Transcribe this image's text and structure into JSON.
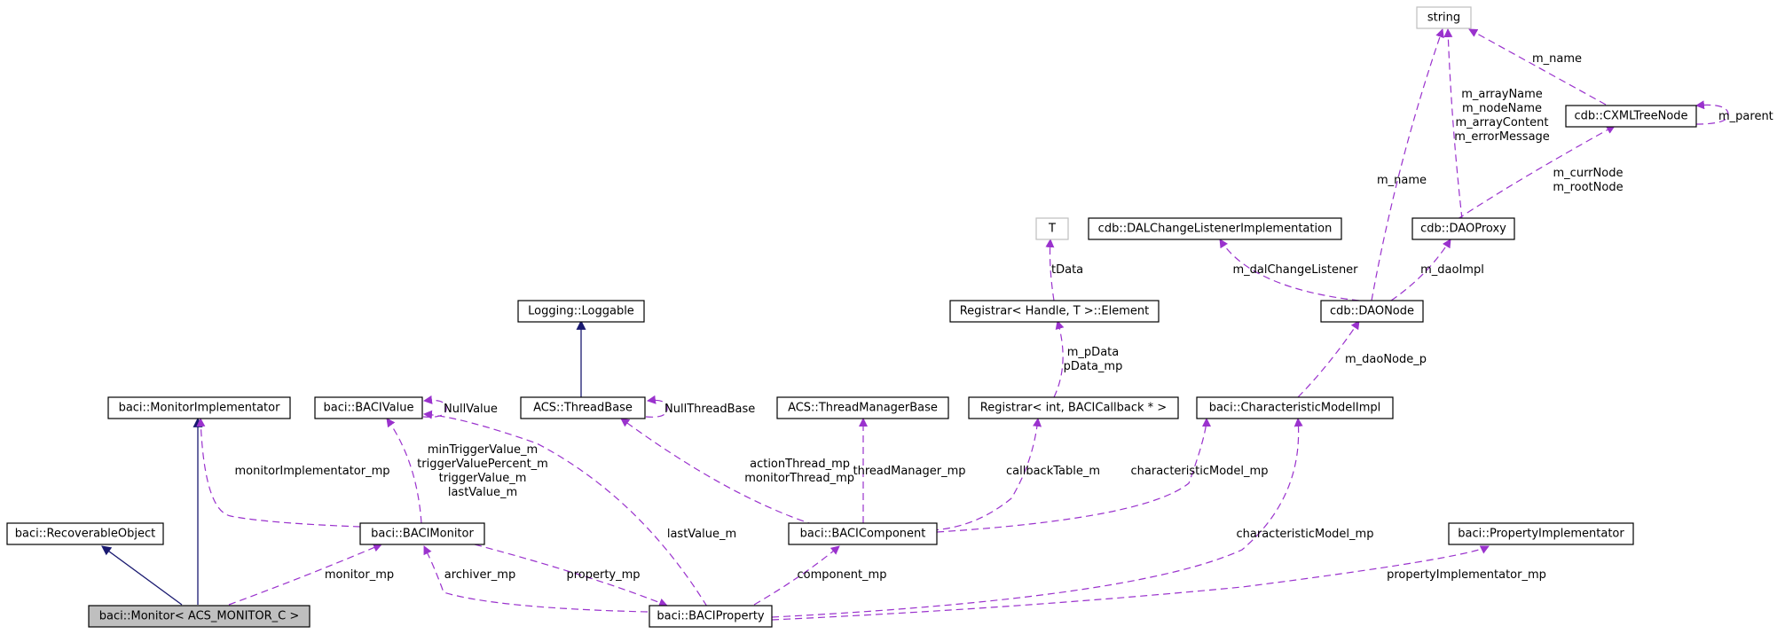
{
  "colors": {
    "uses_edge": "#9a32cd",
    "inherit_edge": "#191970",
    "focus_fill": "#bfbfbf",
    "box_stroke": "#000000",
    "external_box_stroke": "#bfbfbf"
  },
  "nodes": {
    "string": "string",
    "cxml_tree_node": "cdb::CXMLTreeNode",
    "t": "T",
    "dal_change_listener": "cdb::DALChangeListenerImplementation",
    "dao_proxy": "cdb::DAOProxy",
    "logging_loggable": "Logging::Loggable",
    "registrar_element": "Registrar< Handle, T >::Element",
    "dao_node": "cdb::DAONode",
    "monitor_implementator": "baci::MonitorImplementator",
    "baci_value": "baci::BACIValue",
    "thread_base": "ACS::ThreadBase",
    "thread_manager_base": "ACS::ThreadManagerBase",
    "registrar_callback": "Registrar< int, BACICallback * >",
    "characteristic_model_impl": "baci::CharacteristicModelImpl",
    "recoverable_object": "baci::RecoverableObject",
    "baci_monitor": "baci::BACIMonitor",
    "baci_component": "baci::BACIComponent",
    "property_implementator": "baci::PropertyImplementator",
    "monitor": "baci::Monitor< ACS_MONITOR_C >",
    "baci_property": "baci::BACIProperty"
  },
  "edge_labels": {
    "string_m_name_cxml": "m_name",
    "cxml_m_parent": "m_parent",
    "string_proxy_names": [
      "m_arrayName",
      "m_nodeName",
      "m_arrayContent",
      "m_errorMessage"
    ],
    "cxml_proxy_nodes": [
      "m_currNode",
      "m_rootNode"
    ],
    "string_m_name_daonode": "m_name",
    "t_data": "tData",
    "dal_change_listener": "m_dalChangeListener",
    "dao_impl": "m_daoImpl",
    "element_pdata": [
      "m_pData",
      "pData_mp"
    ],
    "dao_node_p": "m_daoNode_p",
    "null_value": "NullValue",
    "null_thread_base": "NullThreadBase",
    "monitor_implementator_mp": "monitorImplementator_mp",
    "monitor_values": [
      "minTriggerValue_m",
      "triggerValuePercent_m",
      "triggerValue_m",
      "lastValue_m"
    ],
    "threads": [
      "actionThread_mp",
      "monitorThread_mp"
    ],
    "thread_manager_mp": "threadManager_mp",
    "callback_table_m": "callbackTable_m",
    "characteristic_model_mp_component": "characteristicModel_mp",
    "last_value_m": "lastValue_m",
    "characteristic_model_mp_property": "characteristicModel_mp",
    "monitor_mp": "monitor_mp",
    "archiver_mp": "archiver_mp",
    "property_mp": "property_mp",
    "component_mp": "component_mp",
    "property_implementator_mp": "propertyImplementator_mp"
  }
}
